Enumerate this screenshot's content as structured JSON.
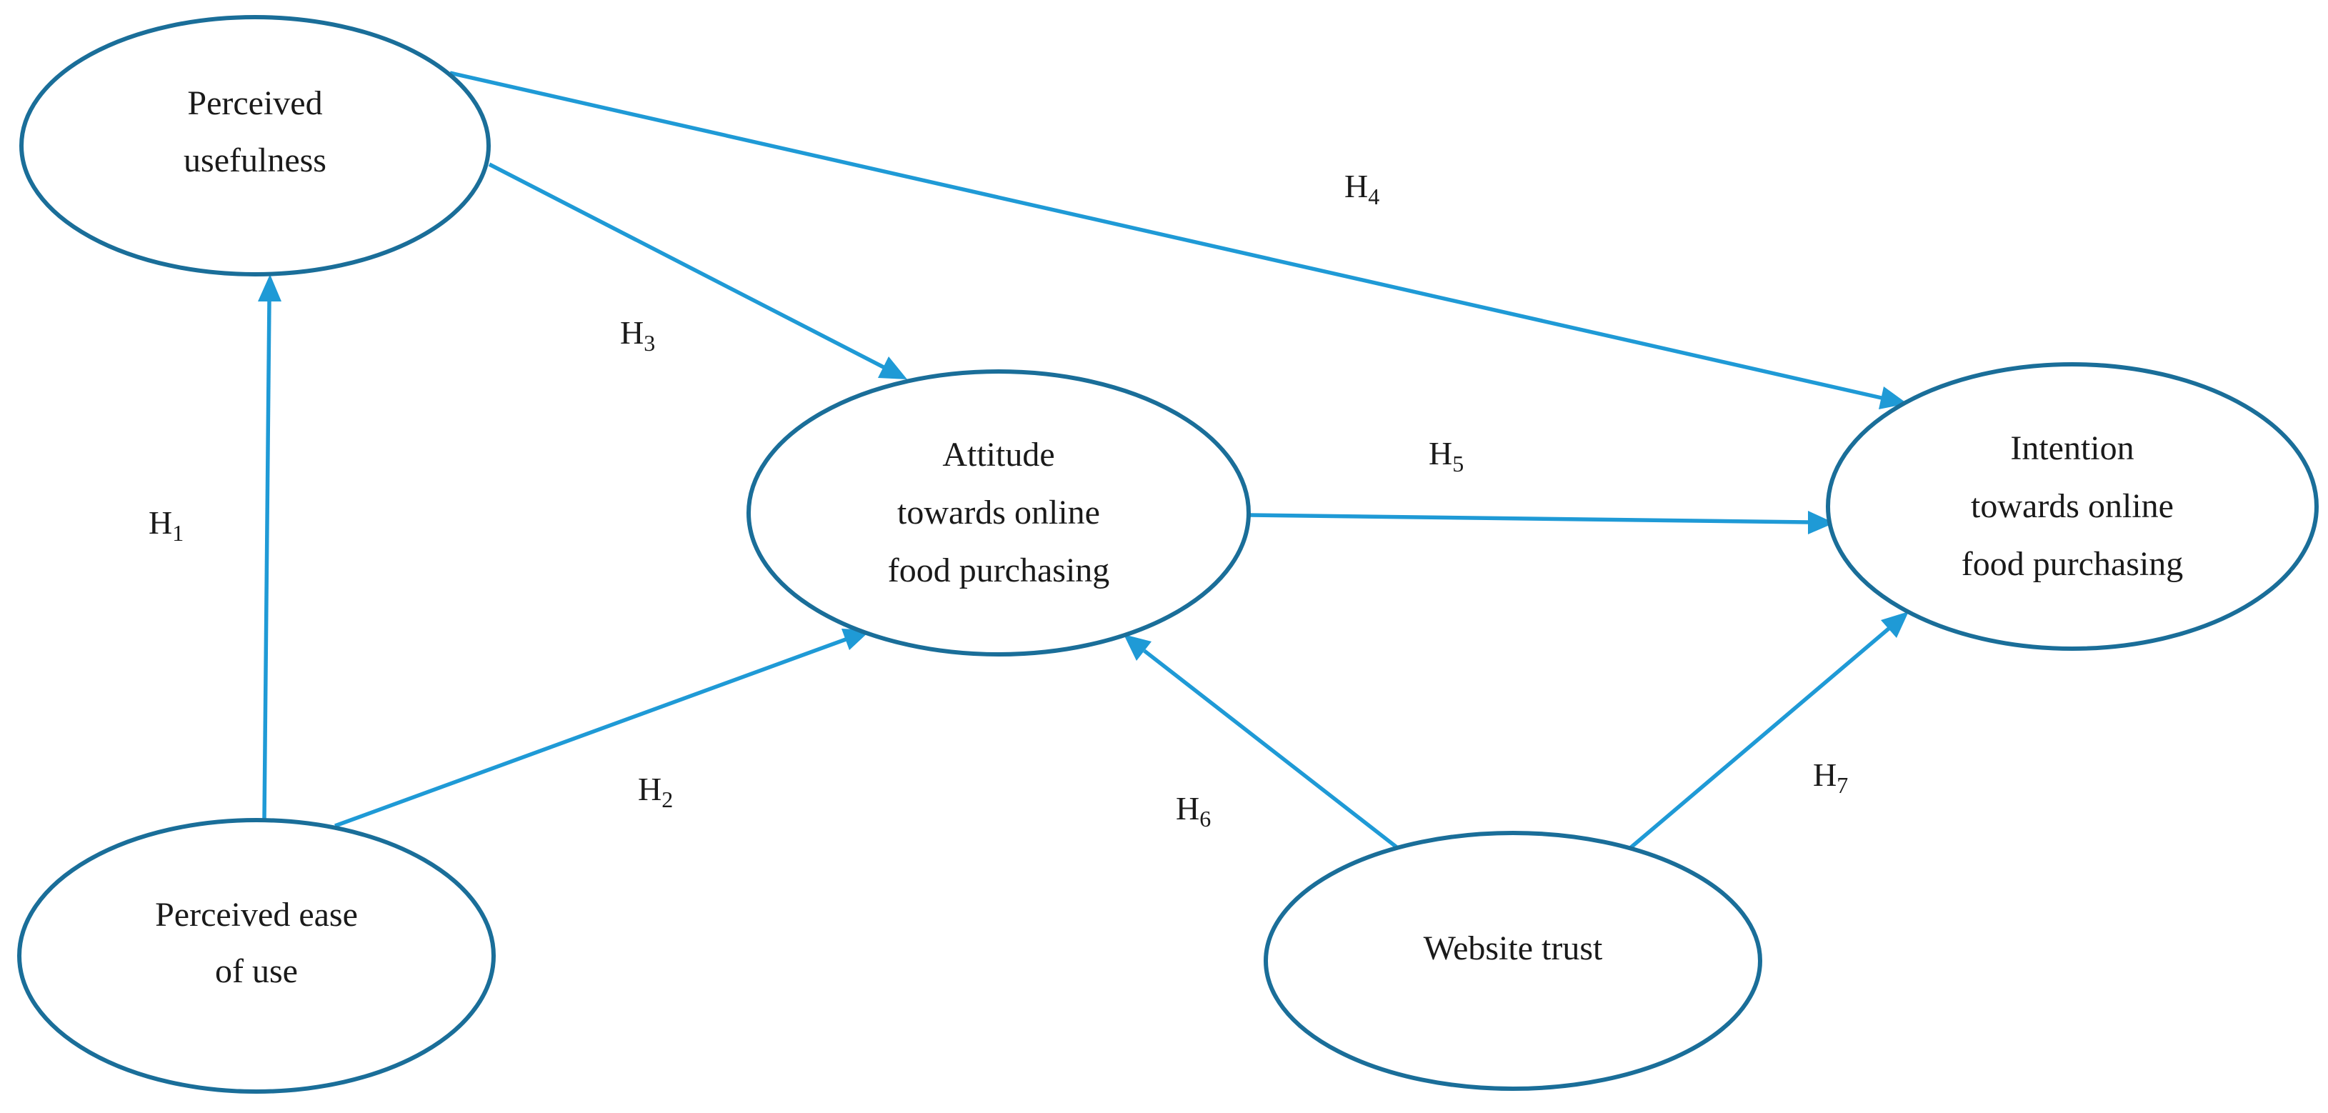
{
  "nodes": {
    "perceived_usefulness": {
      "lines": [
        "Perceived",
        "usefulness"
      ]
    },
    "attitude": {
      "lines": [
        "Attitude",
        "towards online",
        "food purchasing"
      ]
    },
    "intention": {
      "lines": [
        "Intention",
        "towards online",
        "food purchasing"
      ]
    },
    "perceived_ease_of_use": {
      "lines": [
        "Perceived ease",
        "of use"
      ]
    },
    "website_trust": {
      "lines": [
        "Website trust"
      ]
    }
  },
  "hypotheses": [
    {
      "id": "H1",
      "letter": "H",
      "number": "1",
      "from": "Perceived ease of use",
      "to": "Perceived usefulness"
    },
    {
      "id": "H2",
      "letter": "H",
      "number": "2",
      "from": "Perceived ease of use",
      "to": "Attitude towards online food purchasing"
    },
    {
      "id": "H3",
      "letter": "H",
      "number": "3",
      "from": "Perceived usefulness",
      "to": "Attitude towards online food purchasing"
    },
    {
      "id": "H4",
      "letter": "H",
      "number": "4",
      "from": "Perceived usefulness",
      "to": "Intention towards online food purchasing"
    },
    {
      "id": "H5",
      "letter": "H",
      "number": "5",
      "from": "Attitude towards online food purchasing",
      "to": "Intention towards online food purchasing"
    },
    {
      "id": "H6",
      "letter": "H",
      "number": "6",
      "from": "Website trust",
      "to": "Attitude towards online food purchasing"
    },
    {
      "id": "H7",
      "letter": "H",
      "number": "7",
      "from": "Website trust",
      "to": "Intention towards online food purchasing"
    }
  ],
  "colors": {
    "ellipse_stroke": "#1a6e99",
    "arrow": "#1f9ad6",
    "text": "#1a1a1a"
  }
}
